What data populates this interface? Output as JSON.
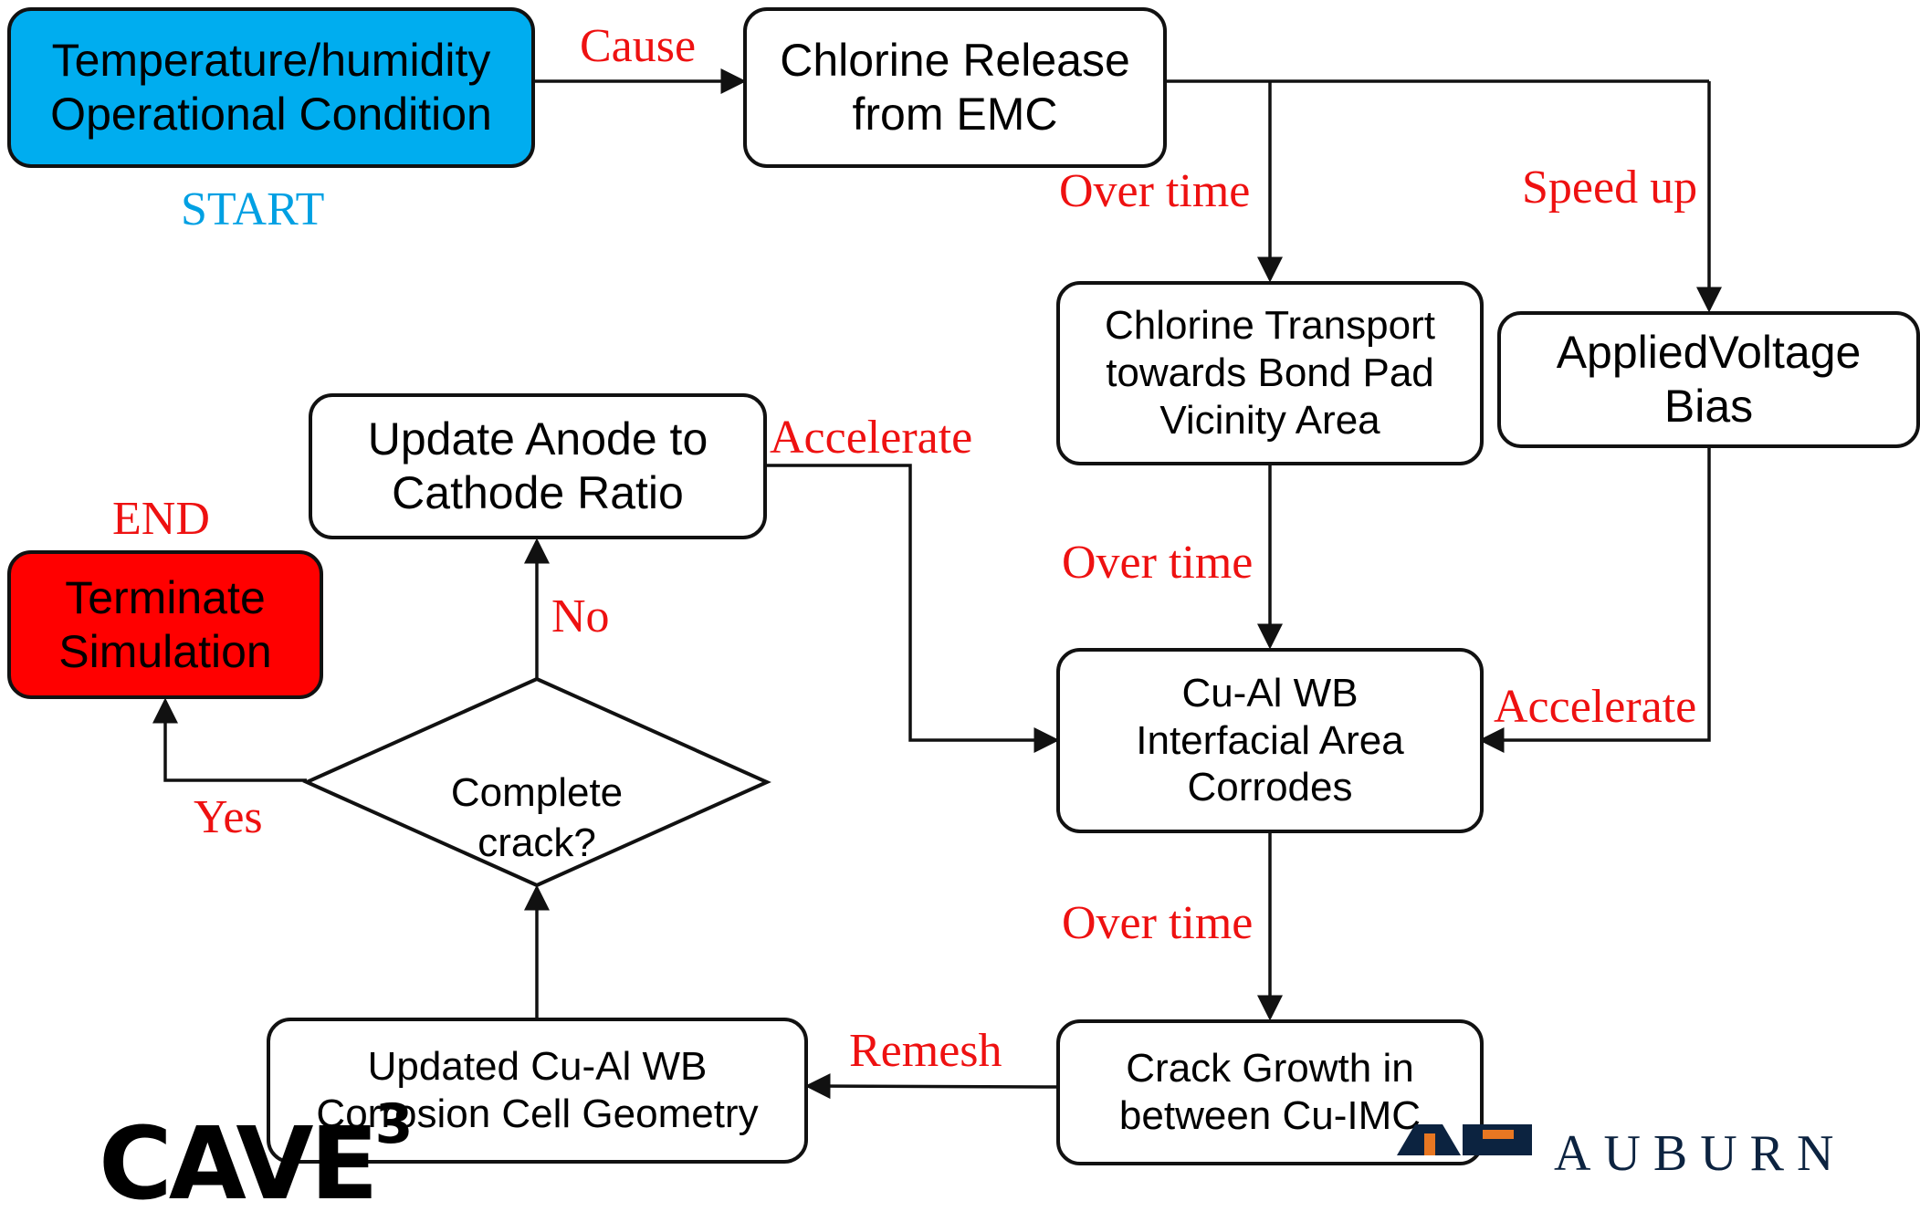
{
  "nodes": {
    "start_condition": "Temperature/humidity\nOperational Condition",
    "chlorine_release": "Chlorine Release\nfrom EMC",
    "chlorine_transport": "Chlorine Transport\ntowards Bond Pad\nVicinity Area",
    "applied_voltage": "AppliedVoltage\nBias",
    "update_ratio": "Update Anode to\nCathode Ratio",
    "terminate": "Terminate\nSimulation",
    "corrodes": "Cu-Al WB\nInterfacial Area\nCorrodes",
    "complete_crack": "Complete\ncrack?",
    "updated_geometry": "Updated Cu-Al WB\nCorrosion Cell Geometry",
    "crack_growth": "Crack Growth in\nbetween Cu-IMC"
  },
  "labels": {
    "start": "START",
    "end": "END",
    "cause": "Cause",
    "over_time_1": "Over time",
    "speed_up": "Speed up",
    "accelerate_left": "Accelerate",
    "over_time_2": "Over time",
    "no": "No",
    "accelerate_right": "Accelerate",
    "yes": "Yes",
    "over_time_3": "Over time",
    "remesh": "Remesh"
  },
  "logos": {
    "left_text": "CAVE",
    "left_superscript": "3",
    "right_text": "AUBURN"
  },
  "colors": {
    "start_fill": "#00adef",
    "end_fill": "#ff0000",
    "edge_label": "#ee1111",
    "start_label": "#00a0e3",
    "end_label": "#ee1111",
    "auburn_navy": "#0c2340",
    "auburn_orange": "#e87722"
  }
}
